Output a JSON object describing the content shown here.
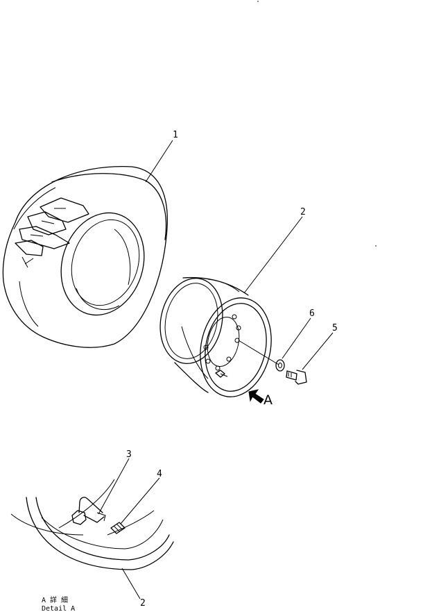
{
  "callouts": {
    "tire": "1",
    "rim": "2",
    "valve": "3",
    "valve_cap": "4",
    "bolt": "5",
    "washer": "6",
    "detail_rim": "2"
  },
  "view_arrow": {
    "label": "A"
  },
  "detail": {
    "caption_jp": "A 詳 細",
    "caption": "Detail A"
  }
}
